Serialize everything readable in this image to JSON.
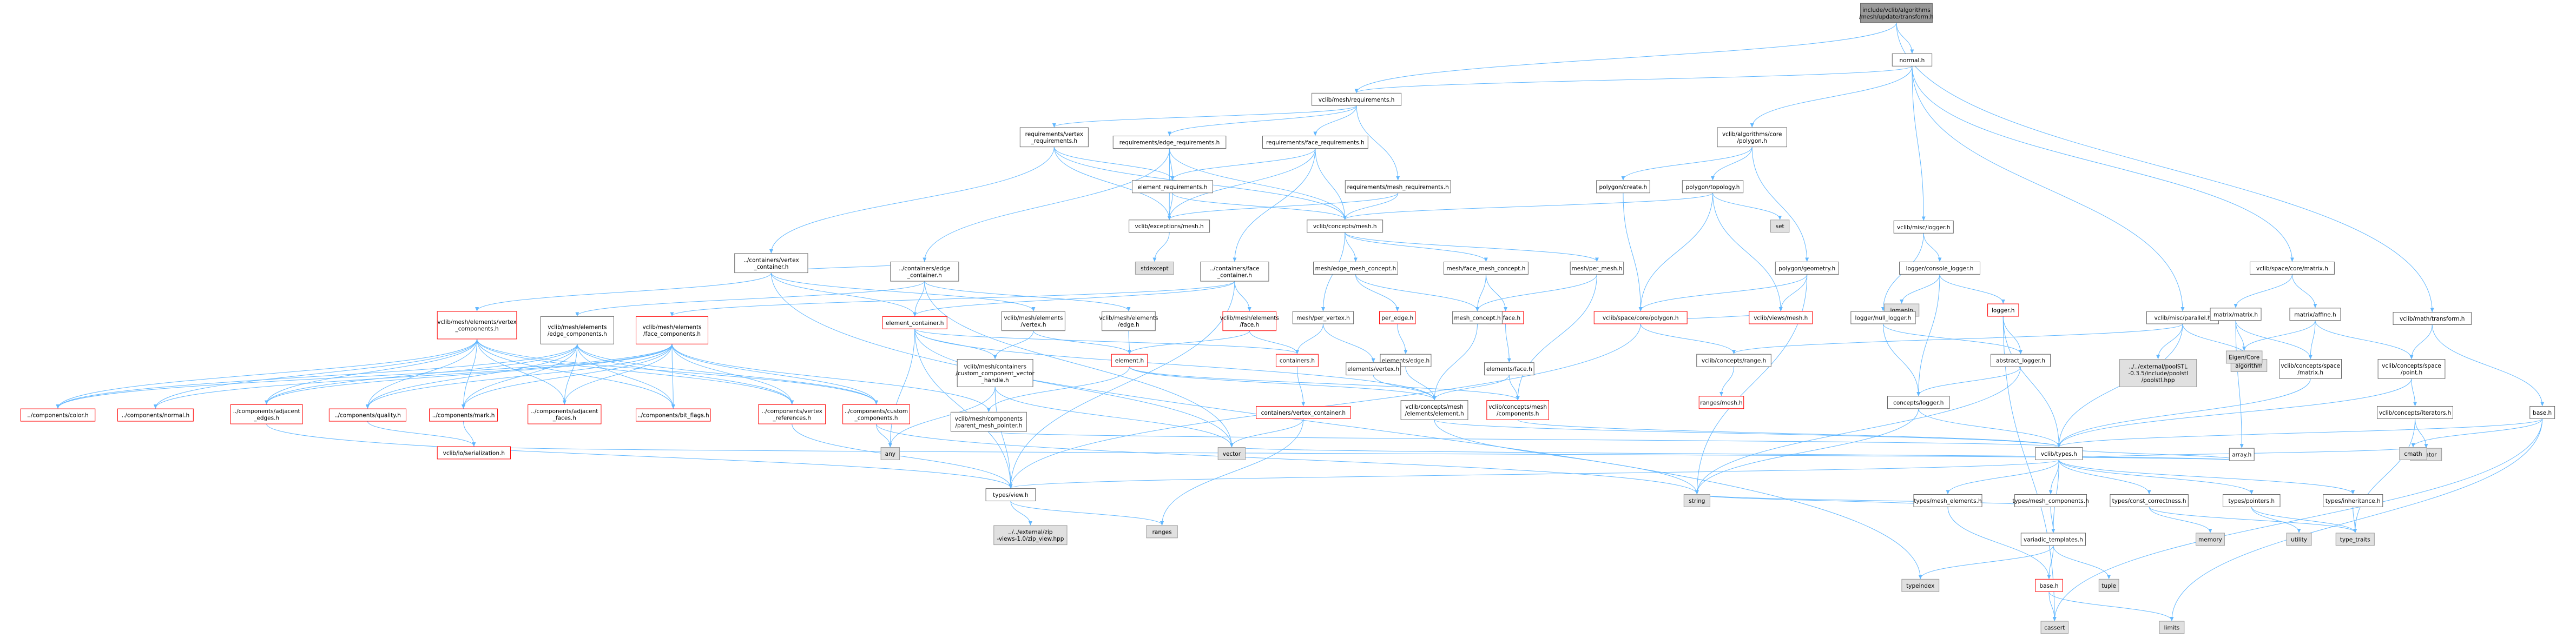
{
  "colors": {
    "edge": "#63B8FF",
    "box_border": "#666666",
    "box_fill": "#ffffff",
    "root_fill": "#999999",
    "missing_fill": "#e0e0e0",
    "missing_border": "#999999",
    "error_border": "#ff0000",
    "error_text": "#000000"
  },
  "nodes": [
    {
      "id": "root",
      "label": "include/vclib/algorithms\n/mesh/update/transform.h",
      "style": "root"
    },
    {
      "id": "normal",
      "label": "normal.h",
      "style": "normal"
    },
    {
      "id": "vmreq",
      "label": "vclib/mesh/requirements.h",
      "style": "normal"
    },
    {
      "id": "algpoly",
      "label": "vclib/algorithms/core\n/polygon.h",
      "style": "normal"
    },
    {
      "id": "logger_h",
      "label": "vclib/misc/logger.h",
      "style": "normal"
    },
    {
      "id": "mparallel",
      "label": "vclib/misc/parallel.h",
      "style": "normal"
    },
    {
      "id": "spmatrix",
      "label": "vclib/space/core/matrix.h",
      "style": "normal"
    },
    {
      "id": "mathtrans",
      "label": "vclib/math/transform.h",
      "style": "normal"
    },
    {
      "id": "reqvert",
      "label": "requirements/vertex\n_requirements.h",
      "style": "normal"
    },
    {
      "id": "reqedge",
      "label": "requirements/edge_requirements.h",
      "style": "normal"
    },
    {
      "id": "reqface",
      "label": "requirements/face_requirements.h",
      "style": "normal"
    },
    {
      "id": "reqmesh",
      "label": "requirements/mesh_requirements.h",
      "style": "normal"
    },
    {
      "id": "elemreq",
      "label": "element_requirements.h",
      "style": "normal"
    },
    {
      "id": "exmesh",
      "label": "vclib/exceptions/mesh.h",
      "style": "normal"
    },
    {
      "id": "conmesh",
      "label": "vclib/concepts/mesh.h",
      "style": "normal"
    },
    {
      "id": "stdexcept",
      "label": "stdexcept",
      "style": "missing"
    },
    {
      "id": "polycreate",
      "label": "polygon/create.h",
      "style": "normal"
    },
    {
      "id": "polytopo",
      "label": "polygon/topology.h",
      "style": "normal"
    },
    {
      "id": "set",
      "label": "set",
      "style": "missing"
    },
    {
      "id": "polygeom",
      "label": "polygon/geometry.h",
      "style": "normal"
    },
    {
      "id": "consolelog",
      "label": "logger/console_logger.h",
      "style": "normal"
    },
    {
      "id": "iomanip",
      "label": "iomanip",
      "style": "missing"
    },
    {
      "id": "loggerh",
      "label": "logger.h",
      "style": "error"
    },
    {
      "id": "nulllog",
      "label": "logger/null_logger.h",
      "style": "normal"
    },
    {
      "id": "abslog",
      "label": "abstract_logger.h",
      "style": "normal"
    },
    {
      "id": "conlogger",
      "label": "concepts/logger.h",
      "style": "normal"
    },
    {
      "id": "poolstl",
      "label": "../../external/poolSTL\n-0.3.5/include/poolstl\n/poolstl.hpp",
      "style": "missing"
    },
    {
      "id": "algorithm",
      "label": "algorithm",
      "style": "missing"
    },
    {
      "id": "mmatrix",
      "label": "matrix/matrix.h",
      "style": "normal"
    },
    {
      "id": "maffine",
      "label": "matrix/affine.h",
      "style": "normal"
    },
    {
      "id": "eigen",
      "label": "Eigen/Core",
      "style": "missing"
    },
    {
      "id": "cspmatrix",
      "label": "vclib/concepts/space\n/matrix.h",
      "style": "normal"
    },
    {
      "id": "cpoint",
      "label": "vclib/concepts/space\n/point.h",
      "style": "normal"
    },
    {
      "id": "citer",
      "label": "vclib/concepts/iterators.h",
      "style": "normal"
    },
    {
      "id": "iterator",
      "label": "iterator",
      "style": "missing"
    },
    {
      "id": "baseh",
      "label": "base.h",
      "style": "normal"
    },
    {
      "id": "arrayh",
      "label": "array.h",
      "style": "normal"
    },
    {
      "id": "contvert",
      "label": "../containers/vertex\n_container.h",
      "style": "normal"
    },
    {
      "id": "contedge",
      "label": "../containers/edge\n_container.h",
      "style": "normal"
    },
    {
      "id": "contface",
      "label": "../containers/face\n_container.h",
      "style": "normal"
    },
    {
      "id": "mesh_edge_c",
      "label": "mesh/edge_mesh_concept.h",
      "style": "normal"
    },
    {
      "id": "mesh_face_c",
      "label": "mesh/face_mesh_concept.h",
      "style": "normal"
    },
    {
      "id": "perm",
      "label": "mesh/per_mesh.h",
      "style": "normal"
    },
    {
      "id": "spoly",
      "label": "vclib/space/core/polygon.h",
      "style": "error"
    },
    {
      "id": "vmesh",
      "label": "vclib/views/mesh.h",
      "style": "error"
    },
    {
      "id": "pervert",
      "label": "mesh/per_vertex.h",
      "style": "normal"
    },
    {
      "id": "peredge",
      "label": "per_edge.h",
      "style": "error"
    },
    {
      "id": "perface",
      "label": "per_face.h",
      "style": "error"
    },
    {
      "id": "meshconcept",
      "label": "mesh_concept.h",
      "style": "normal"
    },
    {
      "id": "crange",
      "label": "vclib/concepts/range.h",
      "style": "normal"
    },
    {
      "id": "rangesmesh",
      "label": "ranges/mesh.h",
      "style": "error"
    },
    {
      "id": "melvert",
      "label": "vclib/mesh/elements/vertex\n_components.h",
      "style": "error"
    },
    {
      "id": "melemedge",
      "label": "vclib/mesh/elements\n/edge_components.h",
      "style": "normal"
    },
    {
      "id": "melface",
      "label": "vclib/mesh/elements\n/face_components.h",
      "style": "error"
    },
    {
      "id": "elemcont",
      "label": "element_container.h",
      "style": "error"
    },
    {
      "id": "mevertex",
      "label": "vclib/mesh/elements\n/vertex.h",
      "style": "normal"
    },
    {
      "id": "meedge",
      "label": "vclib/mesh/elements\n/edge.h",
      "style": "normal"
    },
    {
      "id": "meface",
      "label": "vclib/mesh/elements\n/face.h",
      "style": "error"
    },
    {
      "id": "containers",
      "label": "containers.h",
      "style": "error"
    },
    {
      "id": "element",
      "label": "element.h",
      "style": "error"
    },
    {
      "id": "elemedge",
      "label": "elements/edge.h",
      "style": "normal"
    },
    {
      "id": "elemvertex",
      "label": "elements/vertex.h",
      "style": "normal"
    },
    {
      "id": "elemface",
      "label": "elements/face.h",
      "style": "normal"
    },
    {
      "id": "ccvh",
      "label": "vclib/mesh/containers\n/custom_component_vector\n_handle.h",
      "style": "normal"
    },
    {
      "id": "compcolor",
      "label": "../components/color.h",
      "style": "error"
    },
    {
      "id": "compnormal",
      "label": "../components/normal.h",
      "style": "error"
    },
    {
      "id": "compadjedge",
      "label": "../components/adjacent\n_edges.h",
      "style": "error"
    },
    {
      "id": "compqual",
      "label": "../components/quality.h",
      "style": "error"
    },
    {
      "id": "compmark",
      "label": "../components/mark.h",
      "style": "error"
    },
    {
      "id": "compadjface",
      "label": "../components/adjacent\n_faces.h",
      "style": "error"
    },
    {
      "id": "compbit",
      "label": "../components/bit_flags.h",
      "style": "error"
    },
    {
      "id": "compvref",
      "label": "../components/vertex\n_references.h",
      "style": "error"
    },
    {
      "id": "compcustom",
      "label": "../components/custom\n_components.h",
      "style": "error"
    },
    {
      "id": "ppmp",
      "label": "vclib/mesh/components\n/parent_mesh_pointer.h",
      "style": "normal"
    },
    {
      "id": "cvcont",
      "label": "containers/vertex_container.h",
      "style": "error"
    },
    {
      "id": "cmelem",
      "label": "vclib/concepts/mesh\n/elements/element.h",
      "style": "normal"
    },
    {
      "id": "cmcomp",
      "label": "vclib/concepts/mesh\n/components.h",
      "style": "error"
    },
    {
      "id": "ioser",
      "label": "vclib/io/serialization.h",
      "style": "error"
    },
    {
      "id": "any",
      "label": "any",
      "style": "missing"
    },
    {
      "id": "vector",
      "label": "vector",
      "style": "missing"
    },
    {
      "id": "typesh",
      "label": "vclib/types.h",
      "style": "normal"
    },
    {
      "id": "cmath",
      "label": "cmath",
      "style": "missing"
    },
    {
      "id": "typesview",
      "label": "types/view.h",
      "style": "normal"
    },
    {
      "id": "zipview",
      "label": "../../external/zip\n-views-1.0/zip_view.hpp",
      "style": "missing"
    },
    {
      "id": "ranges",
      "label": "ranges",
      "style": "missing"
    },
    {
      "id": "string",
      "label": "string",
      "style": "missing"
    },
    {
      "id": "tmelem",
      "label": "types/mesh_elements.h",
      "style": "normal"
    },
    {
      "id": "tmcomp",
      "label": "types/mesh_components.h",
      "style": "normal"
    },
    {
      "id": "tconst",
      "label": "types/const_correctness.h",
      "style": "normal"
    },
    {
      "id": "tpointers",
      "label": "types/pointers.h",
      "style": "normal"
    },
    {
      "id": "tinherit",
      "label": "types/inheritance.h",
      "style": "normal"
    },
    {
      "id": "memory",
      "label": "memory",
      "style": "missing"
    },
    {
      "id": "utility",
      "label": "utility",
      "style": "missing"
    },
    {
      "id": "typetraits",
      "label": "type_traits",
      "style": "missing"
    },
    {
      "id": "vartemp",
      "label": "variadic_templates.h",
      "style": "normal"
    },
    {
      "id": "typeindex",
      "label": "typeindex",
      "style": "missing"
    },
    {
      "id": "base2",
      "label": "base.h",
      "style": "error"
    },
    {
      "id": "tuple",
      "label": "tuple",
      "style": "missing"
    },
    {
      "id": "cassert",
      "label": "cassert",
      "style": "missing"
    },
    {
      "id": "limits",
      "label": "limits",
      "style": "missing"
    }
  ],
  "edges": [
    [
      "root",
      "normal"
    ],
    [
      "root",
      "vmreq"
    ],
    [
      "root",
      "mathtrans"
    ],
    [
      "normal",
      "vmreq"
    ],
    [
      "normal",
      "algpoly"
    ],
    [
      "normal",
      "logger_h"
    ],
    [
      "normal",
      "mparallel"
    ],
    [
      "normal",
      "spmatrix"
    ],
    [
      "vmreq",
      "reqvert"
    ],
    [
      "vmreq",
      "reqedge"
    ],
    [
      "vmreq",
      "reqface"
    ],
    [
      "vmreq",
      "reqmesh"
    ],
    [
      "reqvert",
      "contvert"
    ],
    [
      "reqvert",
      "elemreq"
    ],
    [
      "reqvert",
      "exmesh"
    ],
    [
      "reqvert",
      "conmesh"
    ],
    [
      "reqedge",
      "contedge"
    ],
    [
      "reqedge",
      "elemreq"
    ],
    [
      "reqedge",
      "exmesh"
    ],
    [
      "reqedge",
      "conmesh"
    ],
    [
      "reqface",
      "contface"
    ],
    [
      "reqface",
      "elemreq"
    ],
    [
      "reqface",
      "exmesh"
    ],
    [
      "reqface",
      "conmesh"
    ],
    [
      "reqmesh",
      "exmesh"
    ],
    [
      "reqmesh",
      "conmesh"
    ],
    [
      "elemreq",
      "exmesh"
    ],
    [
      "elemreq",
      "conmesh"
    ],
    [
      "exmesh",
      "stdexcept"
    ],
    [
      "algpoly",
      "polycreate"
    ],
    [
      "algpoly",
      "polytopo"
    ],
    [
      "algpoly",
      "polygeom"
    ],
    [
      "polycreate",
      "spoly"
    ],
    [
      "polytopo",
      "conmesh"
    ],
    [
      "polytopo",
      "set"
    ],
    [
      "polytopo",
      "vmesh"
    ],
    [
      "polytopo",
      "spoly"
    ],
    [
      "polygeom",
      "spoly"
    ],
    [
      "polygeom",
      "vmesh"
    ],
    [
      "polygeom",
      "string"
    ],
    [
      "conmesh",
      "mesh_edge_c"
    ],
    [
      "conmesh",
      "mesh_face_c"
    ],
    [
      "conmesh",
      "perm"
    ],
    [
      "conmesh",
      "pervert"
    ],
    [
      "mesh_edge_c",
      "peredge"
    ],
    [
      "mesh_edge_c",
      "meshconcept"
    ],
    [
      "mesh_face_c",
      "perface"
    ],
    [
      "mesh_face_c",
      "meshconcept"
    ],
    [
      "perm",
      "cmcomp"
    ],
    [
      "perm",
      "meshconcept"
    ],
    [
      "pervert",
      "elemvertex"
    ],
    [
      "pervert",
      "containers"
    ],
    [
      "peredge",
      "elemedge"
    ],
    [
      "perface",
      "elemface"
    ],
    [
      "meshconcept",
      "cmelem"
    ],
    [
      "spoly",
      "crange"
    ],
    [
      "spoly",
      "vmesh"
    ],
    [
      "spoly",
      "typesview"
    ],
    [
      "crange",
      "rangesmesh"
    ],
    [
      "logger_h",
      "consolelog"
    ],
    [
      "logger_h",
      "nulllog"
    ],
    [
      "consolelog",
      "iomanip"
    ],
    [
      "consolelog",
      "loggerh"
    ],
    [
      "consolelog",
      "conlogger"
    ],
    [
      "nulllog",
      "abslog"
    ],
    [
      "nulllog",
      "conlogger"
    ],
    [
      "loggerh",
      "abslog"
    ],
    [
      "loggerh",
      "cassert"
    ],
    [
      "loggerh",
      "typesh"
    ],
    [
      "abslog",
      "conlogger"
    ],
    [
      "abslog",
      "string"
    ],
    [
      "conlogger",
      "typesh"
    ],
    [
      "conlogger",
      "string"
    ],
    [
      "mparallel",
      "poolstl"
    ],
    [
      "mparallel",
      "algorithm"
    ],
    [
      "mparallel",
      "typesh"
    ],
    [
      "mparallel",
      "crange"
    ],
    [
      "spmatrix",
      "mmatrix"
    ],
    [
      "spmatrix",
      "maffine"
    ],
    [
      "mmatrix",
      "eigen"
    ],
    [
      "mmatrix",
      "cspmatrix"
    ],
    [
      "mmatrix",
      "arrayh"
    ],
    [
      "maffine",
      "eigen"
    ],
    [
      "maffine",
      "cspmatrix"
    ],
    [
      "maffine",
      "cpoint"
    ],
    [
      "mathtrans",
      "cpoint"
    ],
    [
      "mathtrans",
      "baseh"
    ],
    [
      "cpoint",
      "citer"
    ],
    [
      "cpoint",
      "typesh"
    ],
    [
      "citer",
      "iterator"
    ],
    [
      "citer",
      "typetraits"
    ],
    [
      "cspmatrix",
      "typesh"
    ],
    [
      "baseh",
      "typesh"
    ],
    [
      "baseh",
      "cmath"
    ],
    [
      "baseh",
      "cassert"
    ],
    [
      "baseh",
      "limits"
    ],
    [
      "arrayh",
      "typesh"
    ],
    [
      "arrayh",
      "vector"
    ],
    [
      "arrayh",
      "ioser"
    ],
    [
      "contvert",
      "melvert"
    ],
    [
      "contvert",
      "elemcont"
    ],
    [
      "contvert",
      "mevertex"
    ],
    [
      "contvert",
      "typeindex"
    ],
    [
      "contedge",
      "melemedge"
    ],
    [
      "contedge",
      "elemcont"
    ],
    [
      "contedge",
      "meedge"
    ],
    [
      "contedge",
      "vector"
    ],
    [
      "contface",
      "melface"
    ],
    [
      "contface",
      "elemcont"
    ],
    [
      "contface",
      "meface"
    ],
    [
      "contface",
      "typesview"
    ],
    [
      "elemcont",
      "ccvh"
    ],
    [
      "elemcont",
      "containers"
    ],
    [
      "elemcont",
      "cmelem"
    ],
    [
      "elemcont",
      "vector"
    ],
    [
      "elemcont",
      "typesview"
    ],
    [
      "elemcont",
      "any"
    ],
    [
      "mevertex",
      "element"
    ],
    [
      "mevertex",
      "ccvh"
    ],
    [
      "meedge",
      "element"
    ],
    [
      "meface",
      "element"
    ],
    [
      "meface",
      "containers"
    ],
    [
      "containers",
      "cvcont"
    ],
    [
      "element",
      "cmelem"
    ],
    [
      "element",
      "ppmp"
    ],
    [
      "element",
      "cmcomp"
    ],
    [
      "cvcont",
      "vector"
    ],
    [
      "cvcont",
      "ranges"
    ],
    [
      "elemedge",
      "cmelem"
    ],
    [
      "elemvertex",
      "cmelem"
    ],
    [
      "elemface",
      "cmelem"
    ],
    [
      "elemface",
      "cmcomp"
    ],
    [
      "melvert",
      "compcolor"
    ],
    [
      "melvert",
      "compnormal"
    ],
    [
      "melvert",
      "compadjedge"
    ],
    [
      "melvert",
      "compqual"
    ],
    [
      "melvert",
      "compmark"
    ],
    [
      "melvert",
      "compadjface"
    ],
    [
      "melvert",
      "compbit"
    ],
    [
      "melvert",
      "compvref"
    ],
    [
      "melvert",
      "compcustom"
    ],
    [
      "melemedge",
      "compcolor"
    ],
    [
      "melemedge",
      "compadjedge"
    ],
    [
      "melemedge",
      "compqual"
    ],
    [
      "melemedge",
      "compmark"
    ],
    [
      "melemedge",
      "compadjface"
    ],
    [
      "melemedge",
      "compbit"
    ],
    [
      "melemedge",
      "compvref"
    ],
    [
      "melemedge",
      "compcustom"
    ],
    [
      "melface",
      "compcolor"
    ],
    [
      "melface",
      "compnormal"
    ],
    [
      "melface",
      "compadjedge"
    ],
    [
      "melface",
      "compqual"
    ],
    [
      "melface",
      "compmark"
    ],
    [
      "melface",
      "compadjface"
    ],
    [
      "melface",
      "compbit"
    ],
    [
      "melface",
      "compvref"
    ],
    [
      "melface",
      "compcustom"
    ],
    [
      "melface",
      "ppmp"
    ],
    [
      "compqual",
      "ioser"
    ],
    [
      "compmark",
      "ioser"
    ],
    [
      "compadjedge",
      "typesview"
    ],
    [
      "compcustom",
      "any"
    ],
    [
      "compcustom",
      "string"
    ],
    [
      "compvref",
      "typesview"
    ],
    [
      "ccvh",
      "any"
    ],
    [
      "ccvh",
      "vector"
    ],
    [
      "ccvh",
      "typesview"
    ],
    [
      "ppmp",
      "typesh"
    ],
    [
      "cmelem",
      "typesh"
    ],
    [
      "cmelem",
      "string"
    ],
    [
      "cmcomp",
      "typesh"
    ],
    [
      "typesh",
      "typesview"
    ],
    [
      "typesh",
      "tmelem"
    ],
    [
      "typesh",
      "tmcomp"
    ],
    [
      "typesh",
      "tconst"
    ],
    [
      "typesh",
      "tpointers"
    ],
    [
      "typesh",
      "tinherit"
    ],
    [
      "typesh",
      "vartemp"
    ],
    [
      "typesh",
      "cmath"
    ],
    [
      "typesview",
      "zipview"
    ],
    [
      "typesview",
      "ranges"
    ],
    [
      "tmelem",
      "string"
    ],
    [
      "tmelem",
      "base2"
    ],
    [
      "tmcomp",
      "vartemp"
    ],
    [
      "tmcomp",
      "string"
    ],
    [
      "tconst",
      "memory"
    ],
    [
      "tconst",
      "typetraits"
    ],
    [
      "tpointers",
      "utility"
    ],
    [
      "tpointers",
      "typetraits"
    ],
    [
      "tinherit",
      "typetraits"
    ],
    [
      "vartemp",
      "typeindex"
    ],
    [
      "vartemp",
      "tuple"
    ],
    [
      "vartemp",
      "base2"
    ],
    [
      "base2",
      "cassert"
    ],
    [
      "base2",
      "limits"
    ],
    [
      "contvert",
      "contedge"
    ]
  ]
}
